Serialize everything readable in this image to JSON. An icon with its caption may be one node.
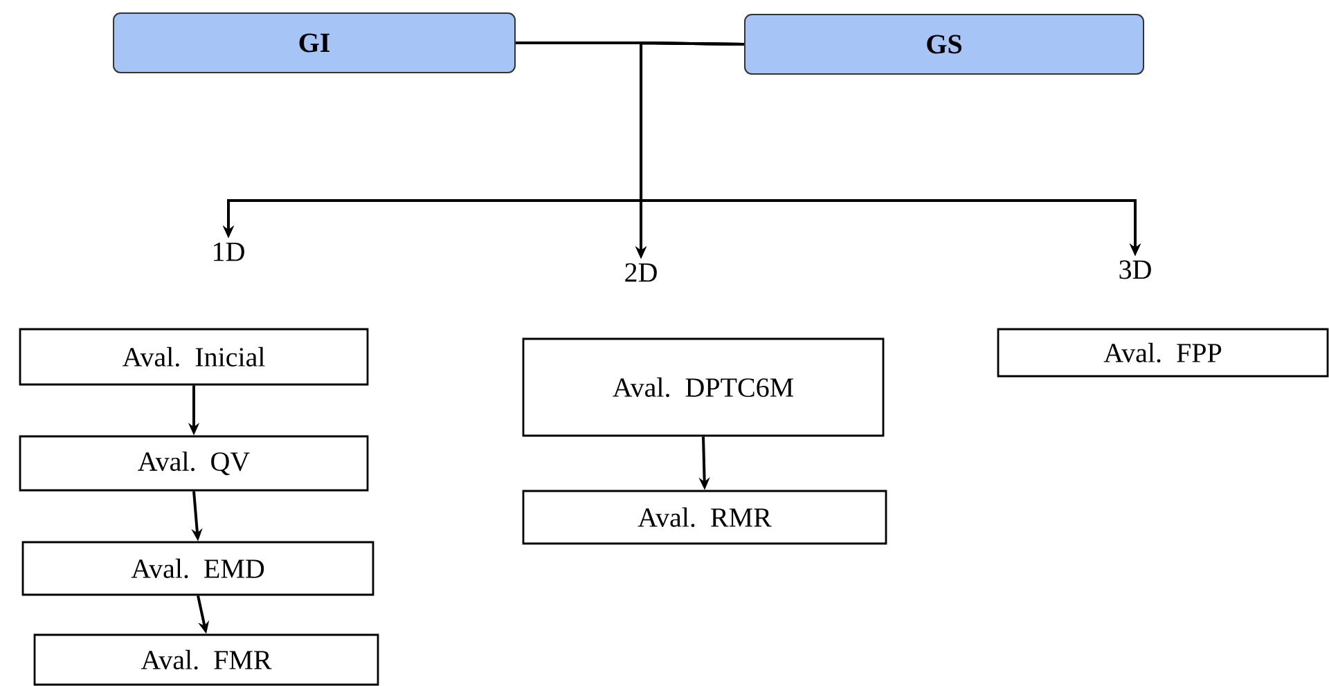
{
  "diagram": {
    "nodes": [
      {
        "text": [
          "GI"
        ]
      },
      {
        "text": [
          "GS"
        ]
      },
      {
        "text": [
          "1D"
        ]
      },
      {
        "text": [
          "2D"
        ]
      },
      {
        "text": [
          "3D"
        ]
      },
      {
        "text": [
          "Aval. Inicial"
        ]
      },
      {
        "text": [
          "Aval. QV"
        ]
      },
      {
        "text": [
          "Aval. EMD"
        ]
      },
      {
        "text": [
          "Aval. FMR"
        ]
      },
      {
        "text": [
          "Aval. DPTC6M"
        ]
      },
      {
        "text": [
          "Aval. RMR"
        ]
      },
      {
        "text": [
          "Aval. FPP"
        ]
      }
    ],
    "edges": [
      {
        "from": 0,
        "to": 2,
        "arrow": "to"
      },
      {
        "from": 0,
        "to": 3,
        "arrow": "to"
      },
      {
        "from": 0,
        "to": 4,
        "arrow": "to"
      },
      {
        "from": 1,
        "to": 2,
        "arrow": "to"
      },
      {
        "from": 1,
        "to": 3,
        "arrow": "to"
      },
      {
        "from": 1,
        "to": 4,
        "arrow": "to"
      },
      {
        "from": 5,
        "to": 6,
        "arrow": "to"
      },
      {
        "from": 6,
        "to": 7,
        "arrow": "to"
      },
      {
        "from": 7,
        "to": 8,
        "arrow": "to"
      },
      {
        "from": 9,
        "to": 10,
        "arrow": "to"
      }
    ]
  }
}
